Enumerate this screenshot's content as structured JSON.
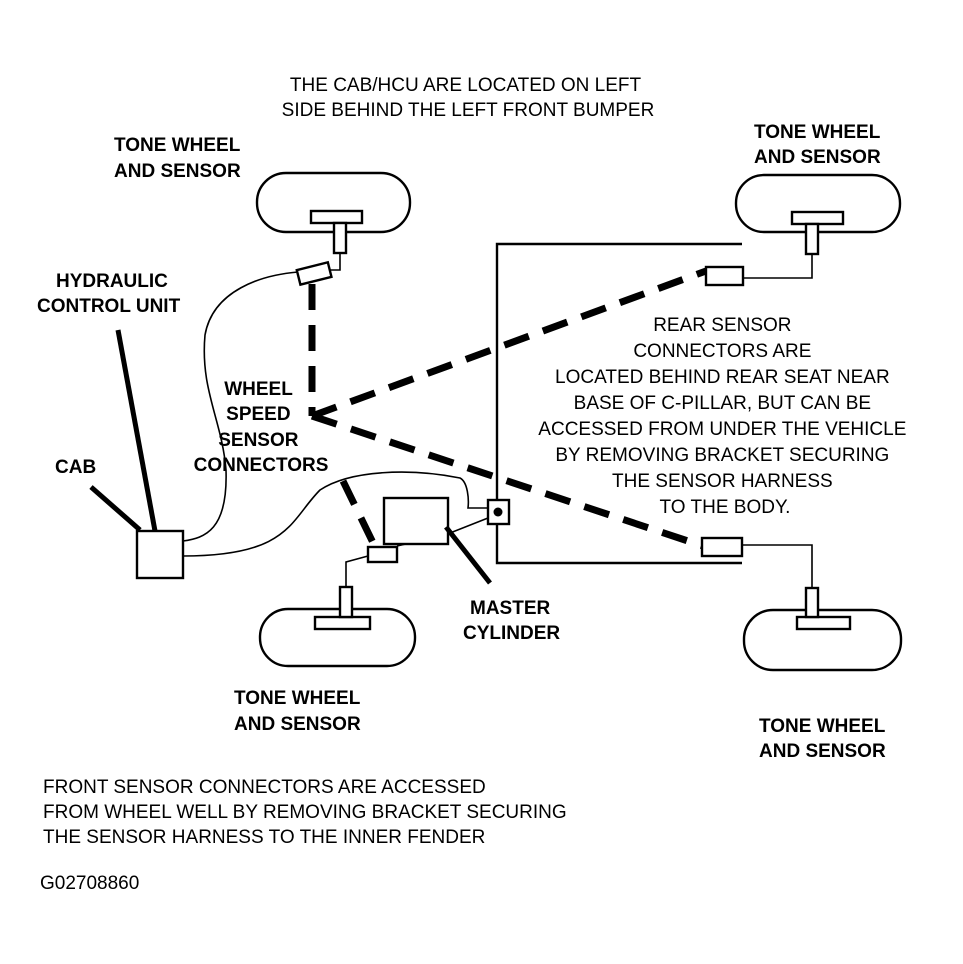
{
  "notes": {
    "top": [
      "THE CAB/HCU ARE LOCATED ON LEFT",
      "SIDE BEHIND THE LEFT FRONT BUMPER"
    ],
    "rear": [
      "REAR SENSOR",
      "CONNECTORS ARE",
      "LOCATED BEHIND REAR SEAT NEAR",
      "BASE OF C-PILLAR, BUT CAN BE",
      "ACCESSED FROM UNDER THE VEHICLE",
      "BY REMOVING BRACKET SECURING",
      "THE SENSOR HARNESS",
      "TO THE BODY."
    ],
    "front": [
      "FRONT SENSOR CONNECTORS ARE ACCESSED",
      "FROM WHEEL WELL BY REMOVING BRACKET SECURING",
      "THE SENSOR HARNESS TO THE INNER FENDER"
    ]
  },
  "labels": {
    "tone_wheel_front_left": [
      "TONE WHEEL",
      "AND SENSOR"
    ],
    "tone_wheel_front_right": [
      "TONE WHEEL",
      "AND SENSOR"
    ],
    "tone_wheel_rear_left": [
      "TONE WHEEL",
      "AND SENSOR"
    ],
    "tone_wheel_rear_right": [
      "TONE WHEEL",
      "AND SENSOR"
    ],
    "hydraulic_control_unit": [
      "HYDRAULIC",
      "CONTROL UNIT"
    ],
    "wheel_speed_sensor_connectors": [
      "WHEEL",
      "SPEED",
      "SENSOR",
      "CONNECTORS"
    ],
    "cab": "CAB",
    "master_cylinder": [
      "MASTER",
      "CYLINDER"
    ]
  },
  "figure_id": "G02708860"
}
